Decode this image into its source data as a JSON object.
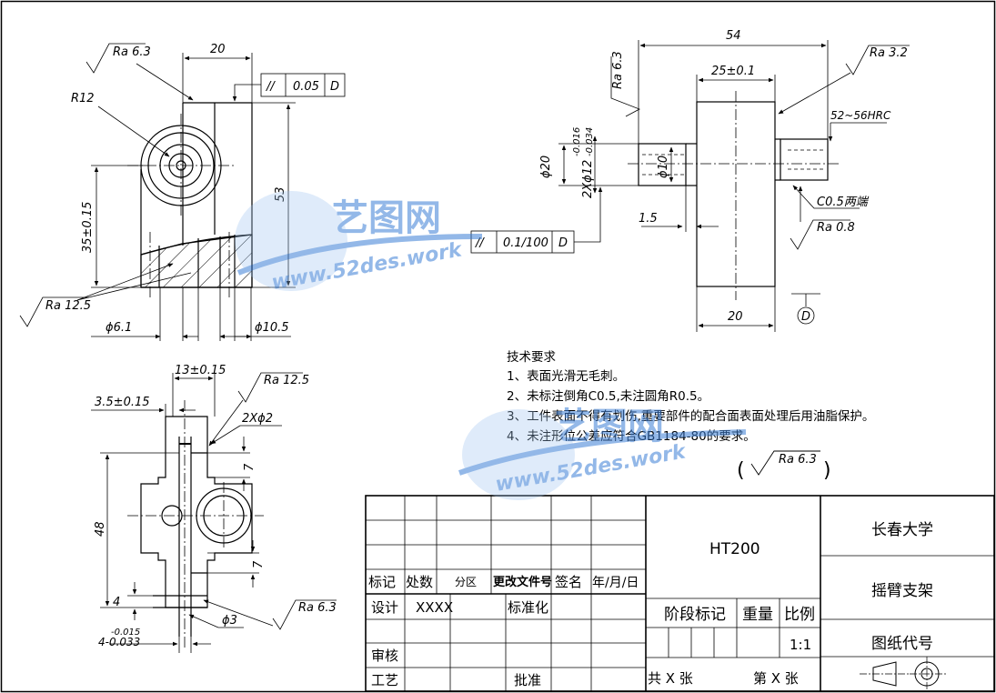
{
  "view_front": {
    "ra_top": "Ra 6.3",
    "w20": "20",
    "par_sym": "//",
    "par_val": "0.05",
    "par_ref": "D",
    "r12": "R12",
    "h53": "53",
    "h35": "35±0.15",
    "ra_left": "Ra 12.5",
    "d61": "ϕ6.1",
    "d105": "ϕ10.5"
  },
  "view_side": {
    "w54": "54",
    "ra_left": "Ra 6.3",
    "ra_right": "Ra 3.2",
    "w25": "25±0.1",
    "hrc": "52~56HRC",
    "d20": "ϕ20",
    "d12": "2Xϕ12",
    "d12_tol_top": "-0.016",
    "d12_tol_bot": "-0.034",
    "d10": "ϕ10",
    "chamfer": "C0.5两端",
    "ra_low": "Ra 0.8",
    "d15": "1.5",
    "run_sym": "//",
    "run_val": "0.1/100",
    "run_ref": "D",
    "w20b": "20",
    "datum": "D"
  },
  "view_top": {
    "w13": "13±0.15",
    "ra_top": "Ra 12.5",
    "w35": "3.5±0.15",
    "holes": "2Xϕ2",
    "d7a": "7",
    "d7b": "7",
    "h48": "48",
    "d4": "4",
    "tol_top": "-0.015",
    "tol_bot": "4-0.033",
    "d3": "ϕ3",
    "ra_bottom": "Ra 6.3"
  },
  "notes": {
    "heading": "技术要求",
    "items": [
      "1、表面光滑无毛刺。",
      "2、未标注倒角C0.5,未注圆角R0.5。",
      "3、工件表面不得有划伤,重要部件的配合面表面处理后用油脂保护。",
      "4、未注形位公差应符合GB1184-80的要求。"
    ],
    "rough_general": "Ra 6.3"
  },
  "title_block": {
    "material": "HT200",
    "school": "长春大学",
    "part_name": "摇臂支架",
    "drawing_code": "图纸代号",
    "col_mark": "标记",
    "col_count": "处数",
    "col_zone": "分区",
    "col_doc": "更改文件号",
    "col_sign": "签名",
    "col_date": "年/月/日",
    "design": "设计",
    "designer": "XXXX",
    "standard": "标准化",
    "stage": "阶段标记",
    "weight": "重量",
    "scale": "比例",
    "scale_val": "1:1",
    "review": "审核",
    "process": "工艺",
    "approve": "批准",
    "sheets_total": "共 X 张",
    "sheet_no": "第 X 张"
  },
  "watermark": {
    "cn": "艺图网",
    "url": "www.52des.work"
  }
}
